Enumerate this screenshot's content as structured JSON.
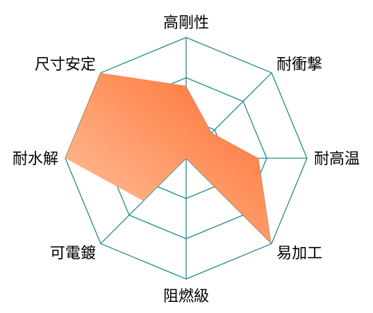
{
  "chart_data": {
    "type": "radar",
    "title": "",
    "axes": [
      "高剛性",
      "耐衝撃",
      "耐高温",
      "易加工",
      "阻燃級",
      "可電鍍",
      "耐水解",
      "尺寸安定"
    ],
    "series": [
      {
        "values": [
          3,
          1.5,
          3,
          5,
          0,
          2.5,
          5,
          5
        ]
      }
    ],
    "r_range": [
      0,
      5
    ],
    "grid_levels": 3,
    "grid": true,
    "legend": "none",
    "colors": {
      "grid": "#1f8a8a",
      "fill_start": "#ffc9a6",
      "fill_end": "#ff6a2a"
    }
  }
}
